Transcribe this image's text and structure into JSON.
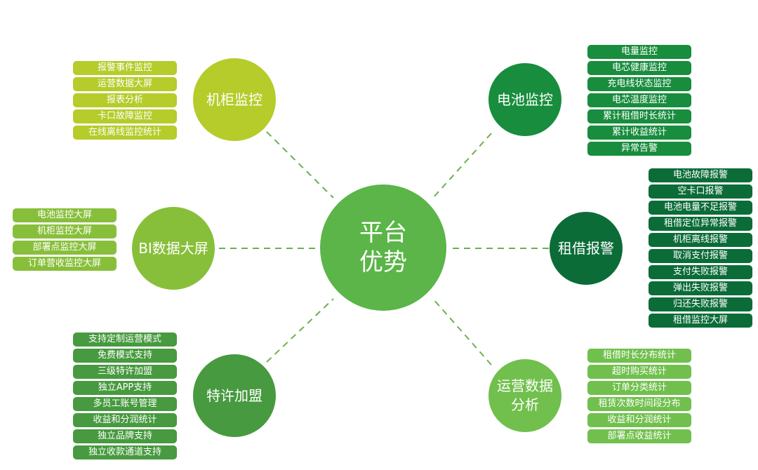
{
  "center": {
    "lines": [
      "平台",
      "优势"
    ],
    "color": "#5bb548"
  },
  "nodes": [
    {
      "id": "cabinet-monitor",
      "label": [
        "机柜监控"
      ],
      "color": "#b5cc2a",
      "pill_color": "#b5cc2a",
      "items": [
        "报警事件监控",
        "运营数据大屏",
        "报表分析",
        "卡口故障监控",
        "在线离线监控统计"
      ]
    },
    {
      "id": "battery-monitor",
      "label": [
        "电池监控"
      ],
      "color": "#188d3d",
      "pill_color": "#188d3d",
      "items": [
        "电量监控",
        "电芯健康监控",
        "充电线状态监控",
        "电芯温度监控",
        "累计租借时长统计",
        "累计收益统计",
        "异常告警"
      ]
    },
    {
      "id": "bi-dashboard",
      "label": [
        "BI数据大屏"
      ],
      "color": "#88bf3a",
      "pill_color": "#88bf3a",
      "items": [
        "电池监控大屏",
        "机柜监控大屏",
        "部署点监控大屏",
        "订单营收监控大屏"
      ]
    },
    {
      "id": "rental-alarm",
      "label": [
        "租借报警"
      ],
      "color": "#0b6c38",
      "pill_color": "#0b6c38",
      "items": [
        "电池故障报警",
        "空卡口报警",
        "电池电量不足报警",
        "租借定位异常报警",
        "机柜离线报警",
        "取消支付报警",
        "支付失败报警",
        "弹出失败报警",
        "归还失败报警",
        "租借监控大屏"
      ]
    },
    {
      "id": "franchise",
      "label": [
        "特许加盟"
      ],
      "color": "#479a3f",
      "pill_color": "#479a3f",
      "items": [
        "支持定制运营模式",
        "免费模式支持",
        "三级特许加盟",
        "独立APP支持",
        "多员工账号管理",
        "收益和分润统计",
        "独立品牌支持",
        "独立收款通道支持"
      ]
    },
    {
      "id": "ops-analysis",
      "label": [
        "运营数据",
        "分析"
      ],
      "color": "#71c04d",
      "pill_color": "#71c04d",
      "items": [
        "租借时长分布统计",
        "超时购买统计",
        "订单分类统计",
        "租赁次数时间段分布",
        "收益和分润统计",
        "部署点收益统计"
      ]
    }
  ],
  "connector_color": "#6cb04e"
}
